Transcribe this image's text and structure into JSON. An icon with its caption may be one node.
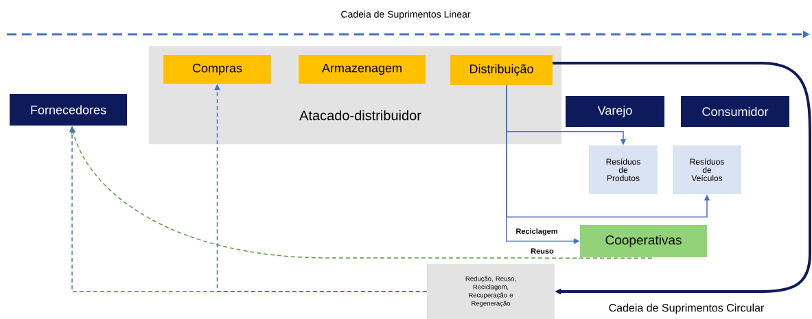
{
  "diagram": {
    "nodes": [
      {
        "text": [
          "Atacado-distribuidor"
        ]
      },
      {
        "text": [
          "Compras"
        ],
        "in": 0
      },
      {
        "text": [
          "Armazenagem"
        ],
        "in": 0
      },
      {
        "text": [
          "Distribuição"
        ],
        "in": 0
      },
      {
        "text": [
          "Fornecedores"
        ]
      },
      {
        "text": [
          "Varejo"
        ]
      },
      {
        "text": [
          "Consumidor"
        ]
      },
      {
        "text": [
          "Resíduos de Produtos"
        ]
      },
      {
        "text": [
          "Resíduos de Veículos"
        ]
      },
      {
        "text": [
          "Cooperativas"
        ]
      },
      {
        "text": [
          "Redução, Reuso, Reciclagem, Recuperação e Regeneração"
        ]
      }
    ],
    "edges": [
      {
        "from": 3,
        "to": 7,
        "arrow": "to"
      },
      {
        "from": 3,
        "to": 8,
        "arrow": "to"
      },
      {
        "from": 3,
        "to": 9,
        "arrow": "to",
        "label": "Reciclagem"
      },
      {
        "from": 9,
        "to": 4,
        "arrow": "to",
        "label": "Reuso",
        "style": "dashed",
        "color": "#5b9a3c"
      },
      {
        "from": 3,
        "to": 10,
        "arrow": "to",
        "style": "thick",
        "color": "#0d1a5c"
      },
      {
        "from": 10,
        "to": 4,
        "arrow": "to",
        "style": "dashed"
      },
      {
        "from": 10,
        "to": 1,
        "arrow": "to",
        "style": "dashed"
      }
    ],
    "labels": [
      "Cadeia de Suprimentos Linear",
      "Cadeia de Suprimentos Circular"
    ]
  }
}
